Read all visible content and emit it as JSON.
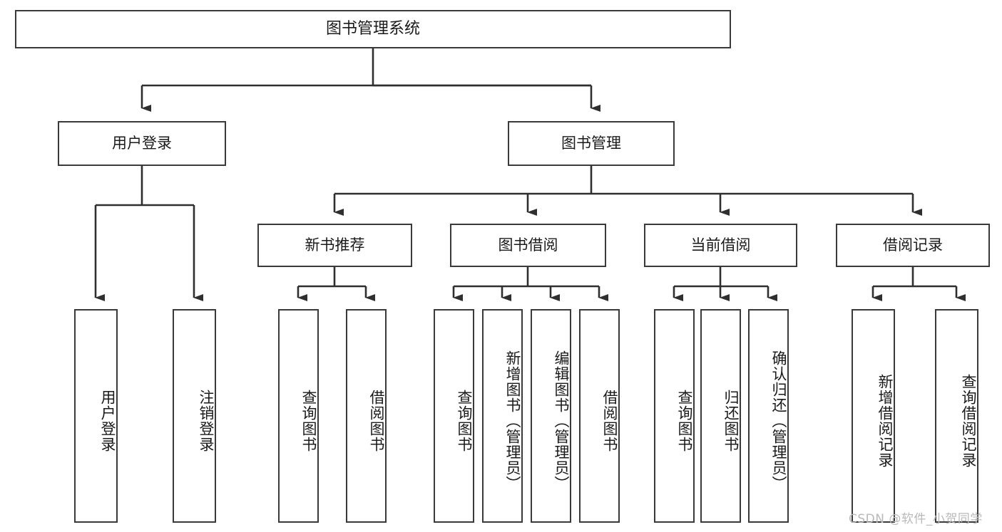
{
  "diagram": {
    "title": "图书管理系统",
    "type": "tree-hierarchy-diagram",
    "watermark": "CSDN @软件_小贺同学",
    "colors": {
      "box_border": "#3a3a3a",
      "box_fill": "#ffffff",
      "line": "#2f2f2f",
      "text": "#1a1a1a",
      "watermark": "#b9b9b9",
      "background": "#ffffff"
    },
    "nodes": {
      "root": {
        "label": "图书管理系统"
      },
      "level2": [
        {
          "id": "user-login",
          "label": "用户登录"
        },
        {
          "id": "book-management",
          "label": "图书管理"
        }
      ],
      "level3": [
        {
          "id": "new-book-recommend",
          "label": "新书推荐"
        },
        {
          "id": "book-borrow",
          "label": "图书借阅"
        },
        {
          "id": "current-borrow",
          "label": "当前借阅"
        },
        {
          "id": "borrow-record",
          "label": "借阅记录"
        }
      ],
      "leaves": {
        "user_login": [
          {
            "id": "leaf-user-login",
            "label": "用户登录"
          },
          {
            "id": "leaf-logout-login",
            "label": "注销登录"
          }
        ],
        "new_book_recommend": [
          {
            "id": "leaf-query-book-1",
            "label": "查询图书"
          },
          {
            "id": "leaf-borrow-book-1",
            "label": "借阅图书"
          }
        ],
        "book_borrow": [
          {
            "id": "leaf-query-book-2",
            "label": "查询图书"
          },
          {
            "id": "leaf-add-book",
            "label": "新增图书（管理员）"
          },
          {
            "id": "leaf-edit-book",
            "label": "编辑图书（管理员）"
          },
          {
            "id": "leaf-borrow-book-2",
            "label": "借阅图书"
          }
        ],
        "current_borrow": [
          {
            "id": "leaf-query-book-3",
            "label": "查询图书"
          },
          {
            "id": "leaf-return-book",
            "label": "归还图书"
          },
          {
            "id": "leaf-confirm-return",
            "label": "确认归还（管理员）"
          }
        ],
        "borrow_record": [
          {
            "id": "leaf-add-borrow-record",
            "label": "新增借阅记录"
          },
          {
            "id": "leaf-query-borrow-record",
            "label": "查询借阅记录"
          }
        ]
      }
    }
  }
}
